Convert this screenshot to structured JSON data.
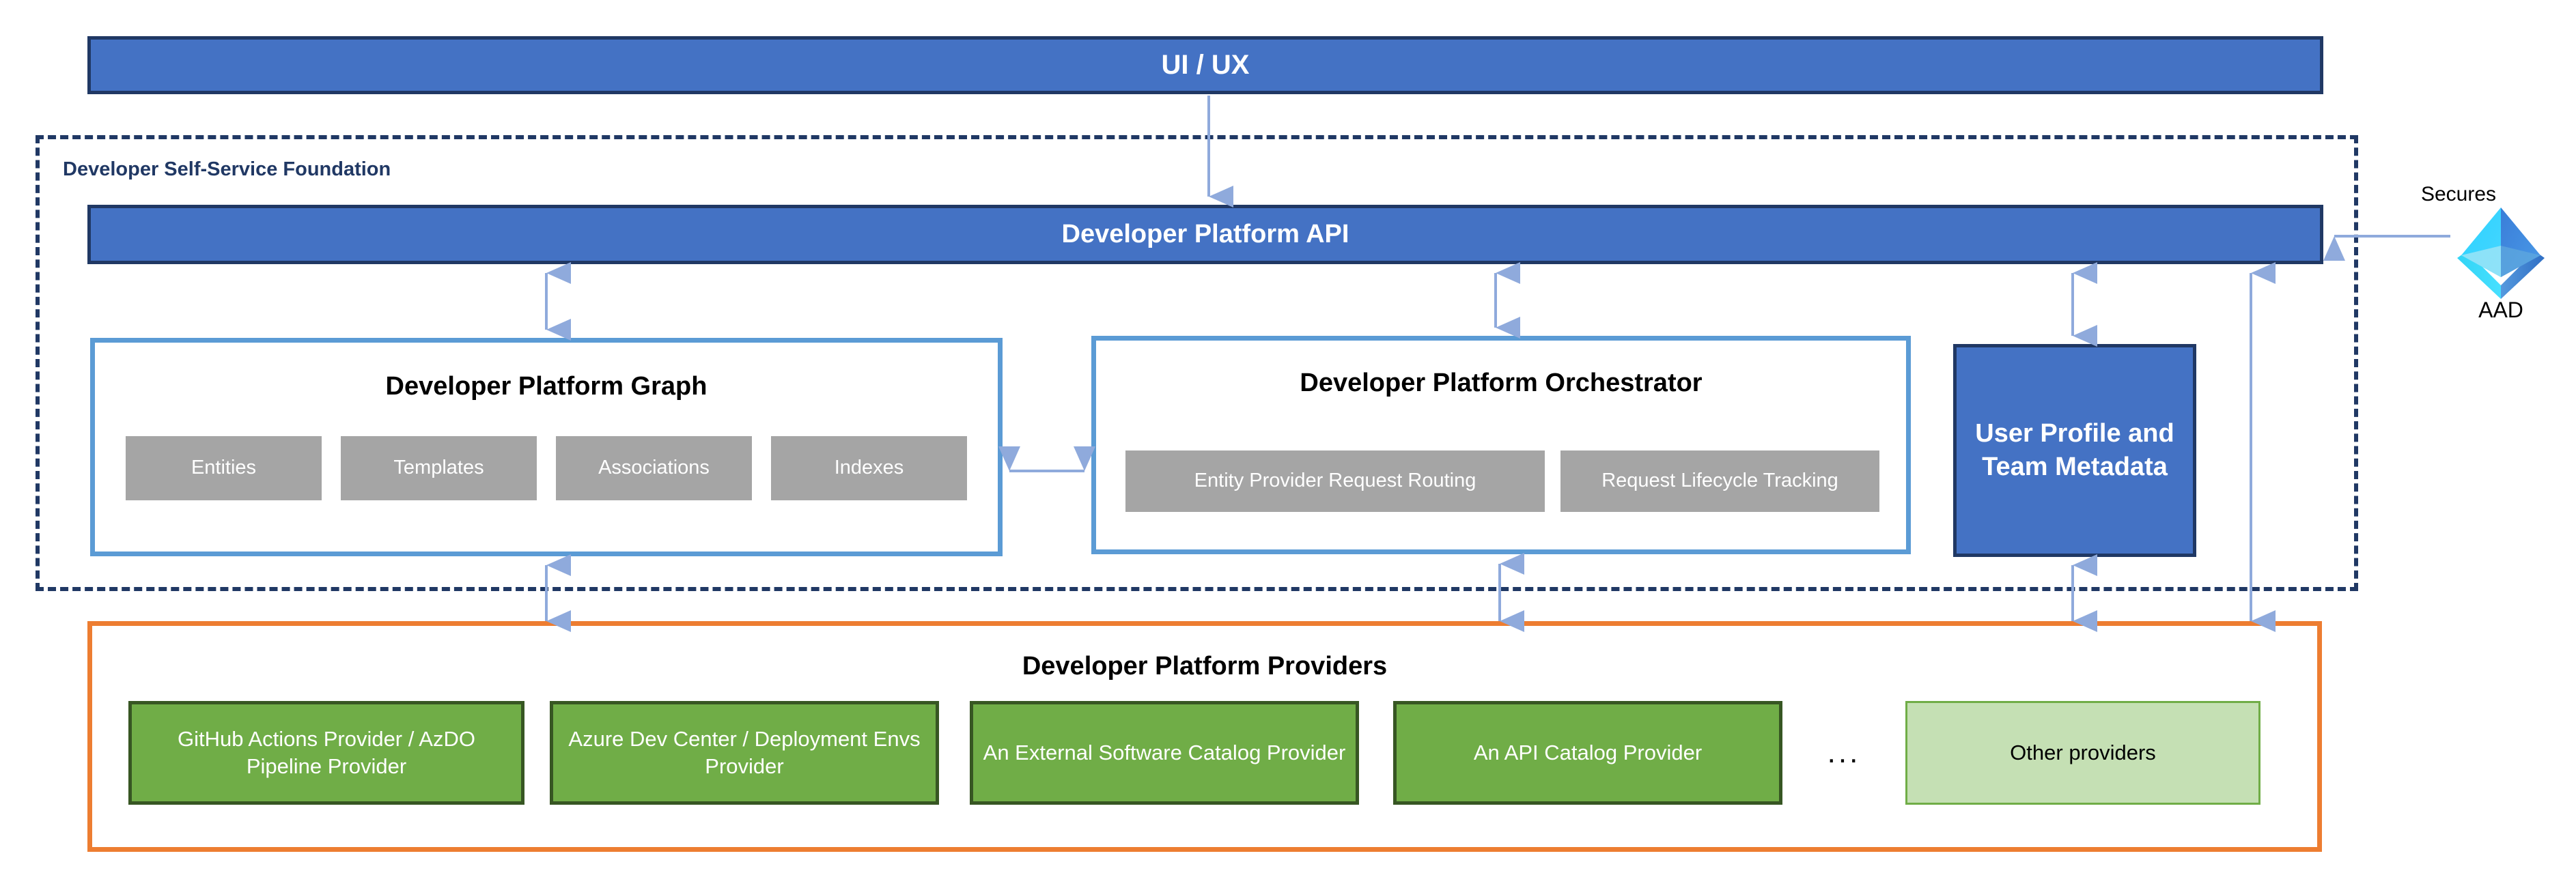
{
  "diagram": {
    "title_bar": {
      "label": "UI / UX"
    },
    "foundation": {
      "label": "Developer Self-Service Foundation",
      "api": {
        "label": "Developer Platform API"
      },
      "graph": {
        "title": "Developer Platform Graph",
        "components": [
          {
            "label": "Entities"
          },
          {
            "label": "Templates"
          },
          {
            "label": "Associations"
          },
          {
            "label": "Indexes"
          }
        ]
      },
      "orchestrator": {
        "title": "Developer Platform Orchestrator",
        "components": [
          {
            "label": "Entity Provider Request Routing"
          },
          {
            "label": "Request Lifecycle Tracking"
          }
        ]
      },
      "user_profile": {
        "label": "User Profile and Team Metadata"
      }
    },
    "providers": {
      "title": "Developer Platform Providers",
      "cards": [
        {
          "label": "GitHub Actions Provider / AzDO Pipeline Provider",
          "variant": "solid"
        },
        {
          "label": "Azure Dev Center / Deployment Envs Provider",
          "variant": "solid"
        },
        {
          "label": "An External Software Catalog Provider",
          "variant": "solid"
        },
        {
          "label": "An API Catalog Provider",
          "variant": "solid"
        },
        {
          "label": "Other providers",
          "variant": "light"
        }
      ],
      "ellipsis": "..."
    },
    "identity": {
      "relation_label": "Secures",
      "icon_name": "aad-pyramid-icon",
      "icon_label": "AAD"
    },
    "colors": {
      "brand_blue": "#4472C4",
      "brand_blue_border": "#203864",
      "panel_blue": "#5B9BD5",
      "gray_chip": "#A5A5A5",
      "provider_green": "#70AD47",
      "provider_green_border": "#375623",
      "provider_green_light": "#C5E0B4",
      "providers_orange": "#ED7D31",
      "arrow_blue": "#8FAADC"
    }
  }
}
